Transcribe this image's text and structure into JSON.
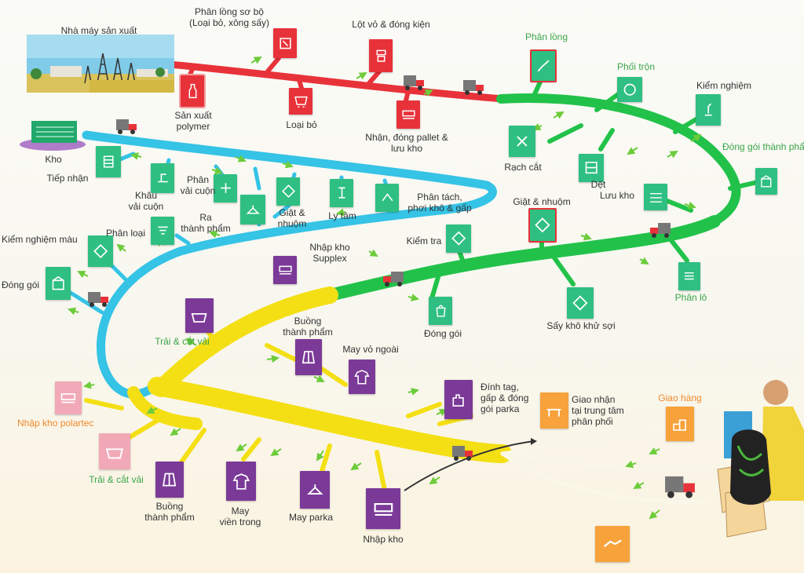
{
  "colors": {
    "red": "#e8323a",
    "green": "#22c24a",
    "cyan": "#35c3e6",
    "yellow": "#f4df14",
    "purple": "#7b3a98",
    "teal": "#2fbf82",
    "orange": "#f7a23a",
    "pink": "#f1a9b8",
    "label_red": "#e8323a",
    "label_green": "#3aa54a",
    "label_blue": "#2e86c1",
    "label_purple": "#7b3a98",
    "label_orange": "#f0882a"
  },
  "red_stage": {
    "factory": "Nhà máy sản xuất",
    "pre_sort": "Phân lồng sơ bộ\n(Loại bỏ, xông sấy)",
    "peel_pack": "Lột vỏ & đóng kiện",
    "polymer": "Sản xuất\npolymer",
    "discard": "Loại bỏ",
    "receive_pallet": "Nhận, đóng pallet &\nlưu kho"
  },
  "green_stage": {
    "fiber_sort": "Phân lồng",
    "blend": "Phối trộn",
    "testing": "Kiểm nghiệm",
    "pack_finished": "Đóng gói thành phẩm",
    "cut": "Rạch cắt",
    "weave": "Dệt",
    "dye": "Giặt & nhuộm",
    "storage": "Lưu kho",
    "inspect": "Kiểm tra",
    "batch": "Phân lô",
    "pack": "Đóng gói",
    "dry": "Sấy khô khử sợi"
  },
  "blue_stage": {
    "warehouse": "Kho",
    "receive": "Tiếp nhận",
    "sew_roll": "Khâu\nvải cuộn",
    "split_roll": "Phân\nvải cuộn",
    "wash_dye": "Giặt &\nnhuộm",
    "centrifuge": "Ly tâm",
    "separate_dry_fold": "Phân tách,\nphơi khô & gấp",
    "finish_out": "Ra\nthành phẩm",
    "classify": "Phân loại",
    "color_test": "Kiểm nghiệm màu",
    "package": "Đóng gói",
    "import_supplex": "Nhập kho\nSupplex"
  },
  "yellow_stage": {
    "lay_cut_1": "Trải & cắt vải",
    "finish_room_1": "Buồng\nthành phẩm",
    "sew_outer": "May vỏ ngoài",
    "tag_fold": "Đính tag,\ngấp & đóng\ngói parka",
    "distribution": "Giao nhận\ntại trung tâm\nphân phối",
    "delivery": "Giao hàng",
    "polartec": "Nhập kho polartec",
    "lay_cut_2": "Trải & cắt vải",
    "finish_room_2": "Buồng\nthành phẩm",
    "sew_lining": "May\nviền trong",
    "sew_parka": "May parka",
    "import_store": "Nhập kho"
  }
}
